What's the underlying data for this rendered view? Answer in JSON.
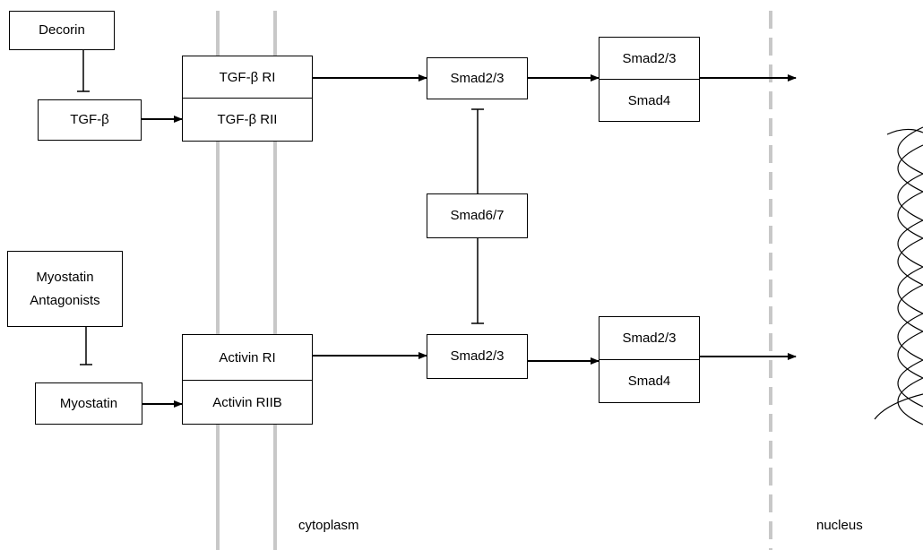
{
  "upper_pathway": {
    "inhibitor": "Decorin",
    "ligand": "TGF-β",
    "receptor_type1": "TGF-β RI",
    "receptor_type2": "TGF-β RII",
    "rsmad": "Smad2/3",
    "complex_top": "Smad2/3",
    "complex_bottom": "Smad4"
  },
  "lower_pathway": {
    "inhibitor_line1": "Myostatin",
    "inhibitor_line2": "Antagonists",
    "ligand": "Myostatin",
    "receptor_type1": "Activin RI",
    "receptor_type2": "Activin RIIB",
    "rsmad": "Smad2/3",
    "complex_top": "Smad2/3",
    "complex_bottom": "Smad4"
  },
  "inhibitory_smad": "Smad6/7",
  "regions": {
    "cytoplasm": "cytoplasm",
    "nucleus": "nucleus"
  },
  "colors": {
    "membrane": "#c8c8c8",
    "nuclear_envelope": "#c8c8c8",
    "line": "#000000",
    "dna_helix": "#000000"
  }
}
